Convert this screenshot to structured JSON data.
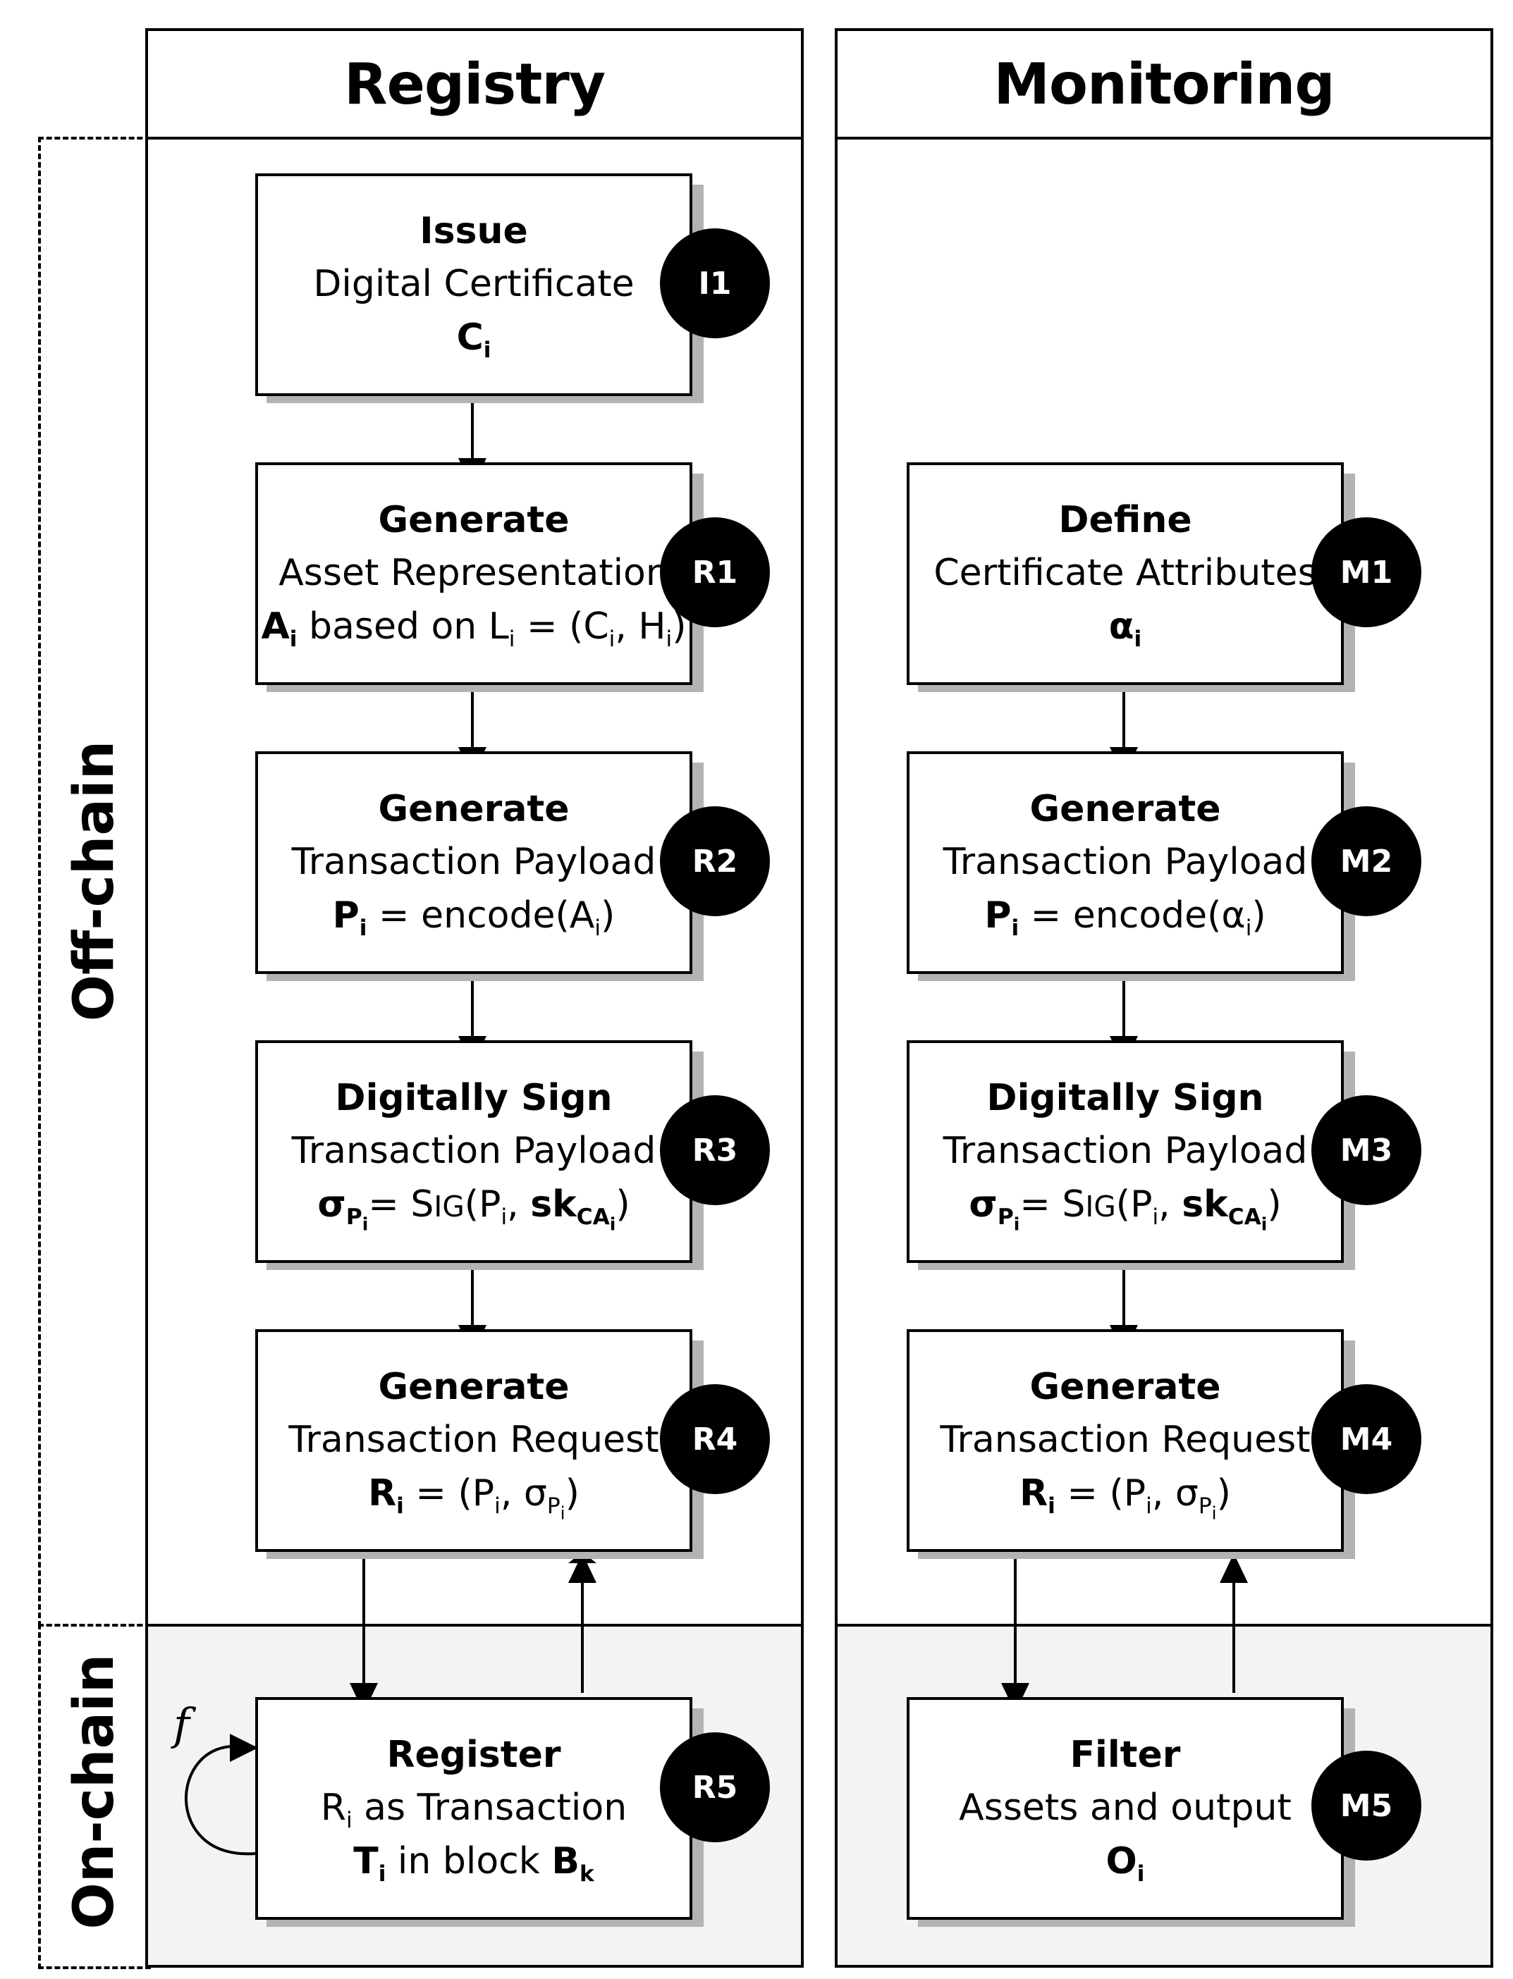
{
  "lanes": {
    "registry": {
      "title": "Registry"
    },
    "monitoring": {
      "title": "Monitoring"
    }
  },
  "zones": {
    "offchain": "Off-chain",
    "onchain": "On-chain"
  },
  "loop_label": "f",
  "steps": {
    "I1": {
      "badge": "I1",
      "verb": "Issue",
      "desc": "Digital Certificate"
    },
    "R1": {
      "badge": "R1",
      "verb": "Generate",
      "desc": "Asset Representation",
      "f_sep1": " based on L",
      "f_sep2": " = (C",
      "f_sep3": ", H",
      "f_end": ")"
    },
    "R2": {
      "badge": "R2",
      "verb": "Generate",
      "desc": "Transaction Payload",
      "f_mid": " = encode(A",
      "f_end": ")"
    },
    "R3": {
      "badge": "R3",
      "verb": "Digitally Sign",
      "desc": "Transaction Payload",
      "f_eq": "= ",
      "f_sig_s": "S",
      "f_sig_rest": "IG",
      "f_open": "(P",
      "f_comma": ", ",
      "f_sk": "sk",
      "f_ca": "CA",
      "f_end": ")"
    },
    "R4": {
      "badge": "R4",
      "verb": "Generate",
      "desc": "Transaction Request",
      "f_mid": " = (P",
      "f_comma": ", σ",
      "f_end": ")"
    },
    "R5": {
      "badge": "R5",
      "verb": "Register",
      "desc_r": "R",
      "desc_rest": " as Transaction",
      "f_mid": " in block "
    },
    "M1": {
      "badge": "M1",
      "verb": "Define",
      "desc": "Certificate Attributes"
    },
    "M2": {
      "badge": "M2",
      "verb": "Generate",
      "desc": "Transaction Payload",
      "f_mid": " = encode(α",
      "f_end": ")"
    },
    "M3": {
      "badge": "M3",
      "verb": "Digitally Sign",
      "desc": "Transaction Payload",
      "f_eq": "= ",
      "f_sig_s": "S",
      "f_sig_rest": "IG",
      "f_open": "(P",
      "f_comma": ", ",
      "f_sk": "sk",
      "f_ca": "CA",
      "f_end": ")"
    },
    "M4": {
      "badge": "M4",
      "verb": "Generate",
      "desc": "Transaction Request",
      "f_mid": " = (P",
      "f_comma": ", σ",
      "f_end": ")"
    },
    "M5": {
      "badge": "M5",
      "verb": "Filter",
      "desc": "Assets and output"
    }
  },
  "symbols": {
    "C": "C",
    "A": "A",
    "L": "L",
    "H": "H",
    "P": "P",
    "R": "R",
    "T": "T",
    "B": "B",
    "O": "O",
    "alpha": "α",
    "sigma": "σ",
    "i": "i",
    "k": "k"
  }
}
